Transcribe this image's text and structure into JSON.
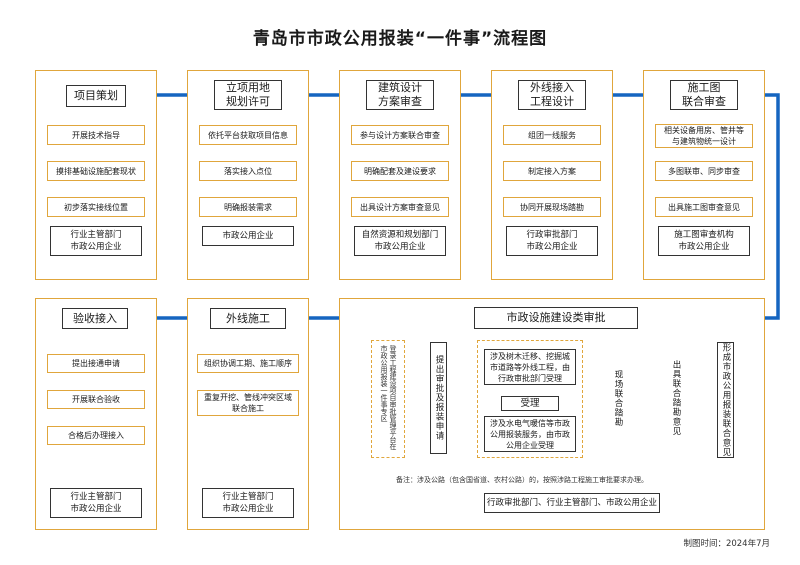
{
  "title": "青岛市市政公用报装“一件事”流程图",
  "top_stages": [
    {
      "header": "项目策划",
      "steps": [
        "开展技术指导",
        "摸排基础设施配套现状",
        "初步落实接线位置"
      ],
      "org": [
        "行业主管部门",
        "市政公用企业"
      ]
    },
    {
      "header": "立项用地\n规划许可",
      "steps": [
        "依托平台获取项目信息",
        "落实接入点位",
        "明确报装需求"
      ],
      "org": [
        "市政公用企业"
      ]
    },
    {
      "header": "建筑设计\n方案审查",
      "steps": [
        "参与设计方案联合审查",
        "明确配套及建设要求",
        "出具设计方案审查意见"
      ],
      "org": [
        "自然资源和规划部门",
        "市政公用企业"
      ]
    },
    {
      "header": "外线接入\n工程设计",
      "steps": [
        "组团一线服务",
        "制定接入方案",
        "协同开展现场踏勘"
      ],
      "org": [
        "行政审批部门",
        "市政公用企业"
      ]
    },
    {
      "header": "施工图\n联合审查",
      "steps": [
        "相关设备用房、管井等\n与建筑物统一设计",
        "多图联审、同步审查",
        "出具施工图审查意见"
      ],
      "org": [
        "施工图审查机构",
        "市政公用企业"
      ]
    }
  ],
  "accept": {
    "header": "验收接入",
    "steps": [
      "提出接通申请",
      "开展联合验收",
      "合格后办理接入"
    ],
    "org": [
      "行业主管部门",
      "市政公用企业"
    ]
  },
  "outer": {
    "header": "外线施工",
    "steps": [
      "组织协调工期、施工顺序",
      "重复开挖、管线冲突区域\n联合施工"
    ],
    "org": [
      "行业主管部门",
      "市政公用企业"
    ]
  },
  "approval": {
    "header": "市政设施建设类审批",
    "platform": "登录工程建设项目审批管理平台在市政公用报装一件事专区",
    "submit": "提出审批及报装申请",
    "case_a": "涉及树木迁移、挖掘城\n市道路等外线工程，由\n行政审批部门受理",
    "accept": "受理",
    "case_b": "涉及水电气暖信等市政\n公用报装服务，由市政\n公用企业受理",
    "survey": "现场联合踏勘",
    "joint": "出具联合踏勘意见",
    "final": "形成市政公用报装联合意见",
    "note": "备注：涉及公路（包含国省道、农村公路）的，按照涉路工程施工审批要求办理。",
    "org": "行政审批部门、行业主管部门、市政公用企业"
  },
  "footer": "制图时间：2024年7月",
  "colors": {
    "flow_arrow": "#1565c0",
    "box_border": "#e0a63c",
    "text": "#1a1a1a"
  }
}
